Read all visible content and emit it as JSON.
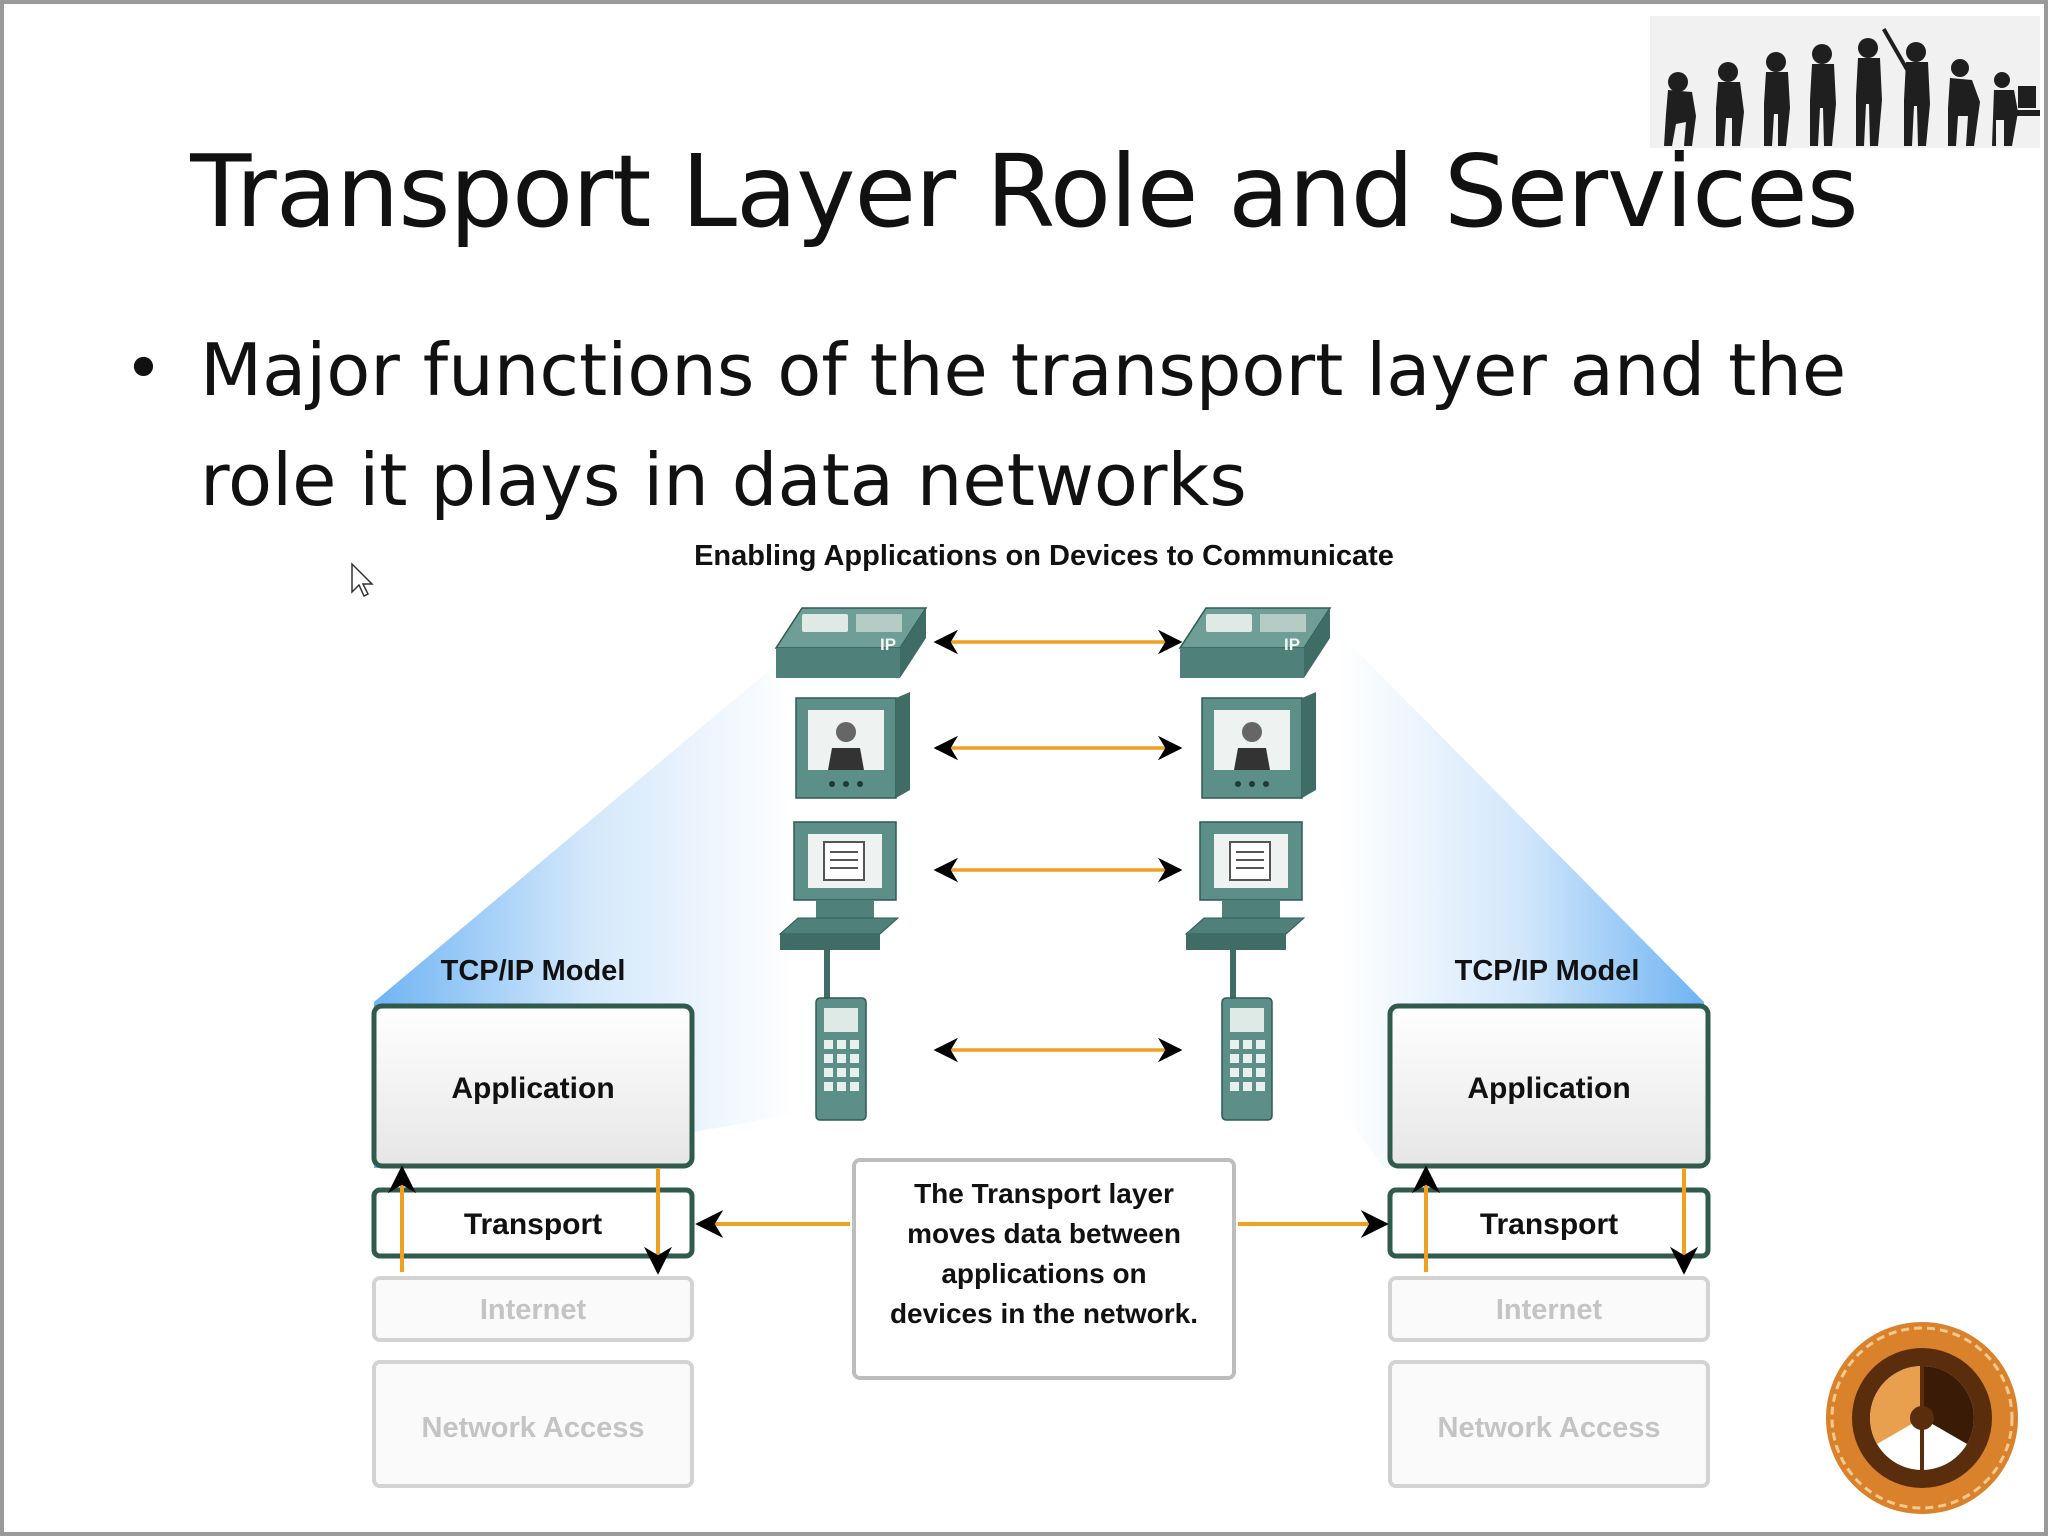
{
  "slide": {
    "title": "Transport Layer Role and Services",
    "bullet": "Major functions of the transport layer and the role it plays in data networks"
  },
  "diagram": {
    "caption": "Enabling Applications on Devices  to Communicate",
    "left_model": {
      "heading": "TCP/IP Model",
      "layers": [
        "Application",
        "Transport",
        "Internet",
        "Network Access"
      ]
    },
    "right_model": {
      "heading": "TCP/IP Model",
      "layers": [
        "Application",
        "Transport",
        "Internet",
        "Network Access"
      ]
    },
    "devices": [
      "ip-phone",
      "video-terminal",
      "computer",
      "mobile-phone"
    ],
    "phone_label": "IP",
    "note": [
      "The Transport layer",
      "moves data between",
      "applications on",
      "devices in the network."
    ]
  },
  "colors": {
    "layer_border": "#2f5a4c",
    "arrow_orange": "#f0a020",
    "faded_layer": "#c9c9c9",
    "device": "#5c8f87",
    "beam": "#7fbef5"
  },
  "logos": {
    "top_right": "evolution-silhouette-icon",
    "bottom_right": "college-of-engineering-seal"
  }
}
